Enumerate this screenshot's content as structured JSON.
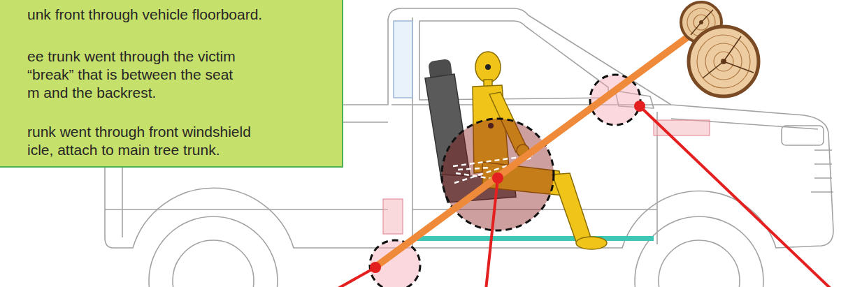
{
  "diagram": {
    "nodes": [
      {
        "text": [
          "unk front through vehicle floorboard.",
          "ee trunk went through the victim “break” that is between the seat m and the backrest.",
          "runk went through front windshield icle, attach to main tree trunk."
        ]
      }
    ]
  }
}
